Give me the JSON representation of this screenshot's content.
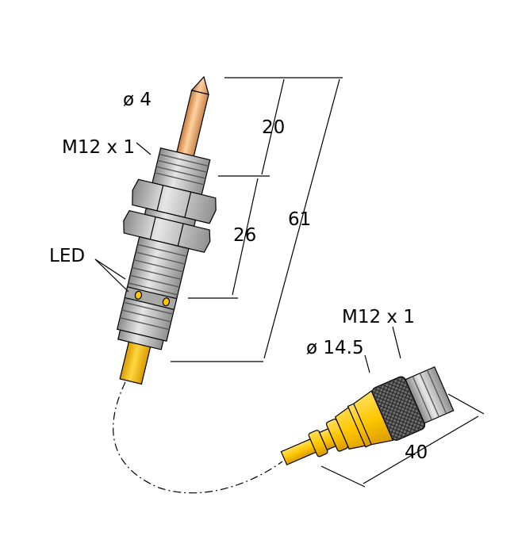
{
  "labels": {
    "pin_diameter": "ø 4",
    "sensor_thread": "M12 x 1",
    "led": "LED",
    "dim_pin_length": "20",
    "dim_thread_length": "26",
    "dim_total_length": "61",
    "connector_thread": "M12 x 1",
    "connector_diameter": "ø 14.5",
    "connector_length": "40"
  },
  "colors": {
    "copper": "#e9a467",
    "metal": "#b8b8b8",
    "yellow": "#ffc600",
    "knurl": "#6e6e6e"
  }
}
